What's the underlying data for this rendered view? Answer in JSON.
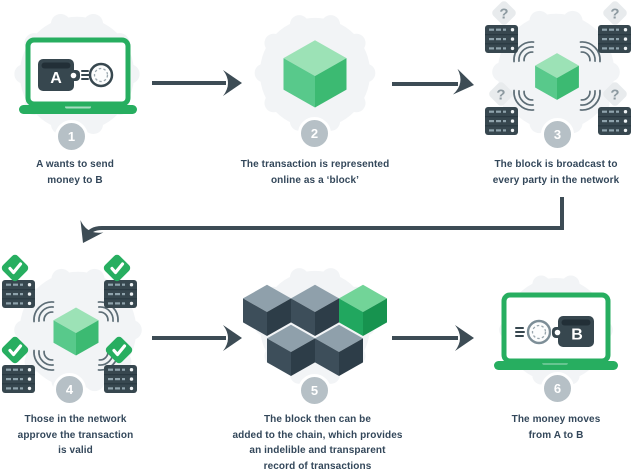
{
  "steps": [
    {
      "number": "1",
      "caption_lines": [
        "A wants to send",
        "money to B"
      ]
    },
    {
      "number": "2",
      "caption_lines": [
        "The transaction is represented",
        "online as a ‘block’"
      ]
    },
    {
      "number": "3",
      "caption_lines": [
        "The block is broadcast to",
        "every party in the network"
      ]
    },
    {
      "number": "4",
      "caption_lines": [
        "Those in the network",
        "approve the transaction",
        "is valid"
      ]
    },
    {
      "number": "5",
      "caption_lines": [
        "The block then can be",
        "added to the chain, which provides",
        "an indelible and transparent",
        "record of transactions"
      ]
    },
    {
      "number": "6",
      "caption_lines": [
        "The money moves",
        "from A to B"
      ]
    }
  ],
  "icons": {
    "wallet_sender_label": "A",
    "wallet_receiver_label": "B",
    "question_mark": "?"
  },
  "colors": {
    "green": "#27ae60",
    "slate": "#37474f",
    "light_circle": "#f2f4f6",
    "badge_gray": "#b6c0c6",
    "caption_text": "#33475a",
    "cube_green_top": "#9ce2b6",
    "chain_green_top": "#72d498",
    "chain_slate_top": "#8fa0ab",
    "arrow": "#3d4c55"
  }
}
